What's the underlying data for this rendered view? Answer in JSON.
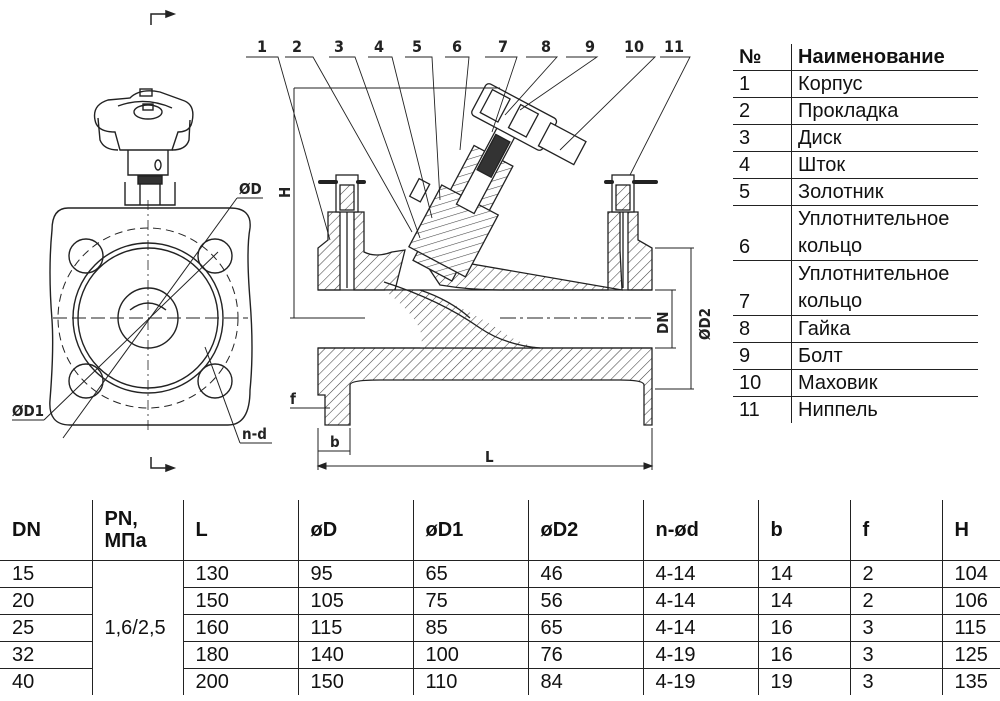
{
  "drawing": {
    "callouts": [
      "1",
      "2",
      "3",
      "4",
      "5",
      "6",
      "7",
      "8",
      "9",
      "10",
      "11"
    ],
    "dimension_labels": {
      "D": "ØD",
      "D1": "ØD1",
      "D2": "ØD2",
      "n_d": "n-d",
      "H": "H",
      "DN": "DN",
      "f": "f",
      "b": "b",
      "L": "L"
    }
  },
  "parts_table": {
    "headers": {
      "num": "№",
      "name": "Наименование"
    },
    "rows": [
      {
        "num": "1",
        "name": "Корпус"
      },
      {
        "num": "2",
        "name": "Прокладка"
      },
      {
        "num": "3",
        "name": "Диск"
      },
      {
        "num": "4",
        "name": "Шток"
      },
      {
        "num": "5",
        "name": "Золотник"
      },
      {
        "num": "6",
        "name": "Уплотнительное кольцо"
      },
      {
        "num": "7",
        "name": "Уплотнительное кольцо"
      },
      {
        "num": "8",
        "name": "Гайка"
      },
      {
        "num": "9",
        "name": "Болт"
      },
      {
        "num": "10",
        "name": "Маховик"
      },
      {
        "num": "11",
        "name": "Ниппель"
      }
    ]
  },
  "spec_table": {
    "headers": [
      "DN",
      "PN,\nМПа",
      "L",
      "øD",
      "øD1",
      "øD2",
      "n-ød",
      "b",
      "f",
      "H"
    ],
    "pn_merged": "1,6/2,5",
    "rows": [
      {
        "DN": "15",
        "L": "130",
        "D": "95",
        "D1": "65",
        "D2": "46",
        "nd": "4-14",
        "b": "14",
        "f": "2",
        "H": "104"
      },
      {
        "DN": "20",
        "L": "150",
        "D": "105",
        "D1": "75",
        "D2": "56",
        "nd": "4-14",
        "b": "14",
        "f": "2",
        "H": "106"
      },
      {
        "DN": "25",
        "L": "160",
        "D": "115",
        "D1": "85",
        "D2": "65",
        "nd": "4-14",
        "b": "16",
        "f": "3",
        "H": "115"
      },
      {
        "DN": "32",
        "L": "180",
        "D": "140",
        "D1": "100",
        "D2": "76",
        "nd": "4-19",
        "b": "16",
        "f": "3",
        "H": "125"
      },
      {
        "DN": "40",
        "L": "200",
        "D": "150",
        "D1": "110",
        "D2": "84",
        "nd": "4-19",
        "b": "19",
        "f": "3",
        "H": "135"
      }
    ]
  }
}
